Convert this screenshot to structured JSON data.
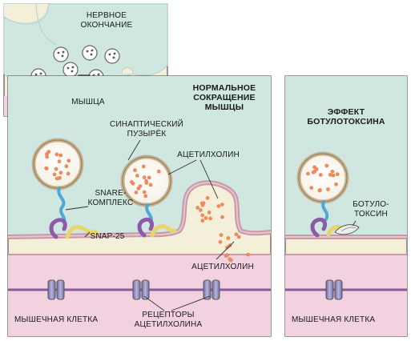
{
  "colors": {
    "axon": "#cfe6e1",
    "cleft": "#f4efd8",
    "muscle": "#f2d2e0",
    "membrane": "#c89aa6",
    "muscle_membrane": "#8a5a9a",
    "vesicle_fill": "#ffffff",
    "vesicle_ring": "#c8b38f",
    "acetylcholine": "#ef8a5e",
    "snare_blue": "#4fa8d4",
    "snare_purple": "#8e5aa8",
    "snap_yellow": "#e9d66a",
    "receptor": "#8c86b8",
    "outline": "#555555"
  },
  "inset": {
    "nerve_label": "НЕРВНОЕ\nОКОНЧАНИЕ",
    "muscle_label": "МЫШЦА"
  },
  "normal_panel": {
    "title": "НОРМАЛЬНОЕ\nСОКРАЩЕНИЕ\nМЫШЦЫ",
    "vesicle_label": "СИНАПТИЧЕСКИЙ\nПУЗЫРЁК",
    "acetylcholine_top": "АЦЕТИЛХОЛИН",
    "snare_label": "SNARE-\nКОМПЛЕКС",
    "snap_label": "SNAP-25",
    "acetylcholine_bottom": "АЦЕТИЛХОЛИН",
    "muscle_cell": "МЫШЕЧНАЯ КЛЕТКА",
    "receptors": "РЕЦЕПТОРЫ\nАЦЕТИЛХОЛИНА"
  },
  "botox_panel": {
    "title": "ЭФФЕКТ\nБОТУЛОТОКСИНА",
    "toxin_label": "БОТУЛО-\nТОКСИН",
    "muscle_cell": "МЫШЕЧНАЯ КЛЕТКА"
  }
}
